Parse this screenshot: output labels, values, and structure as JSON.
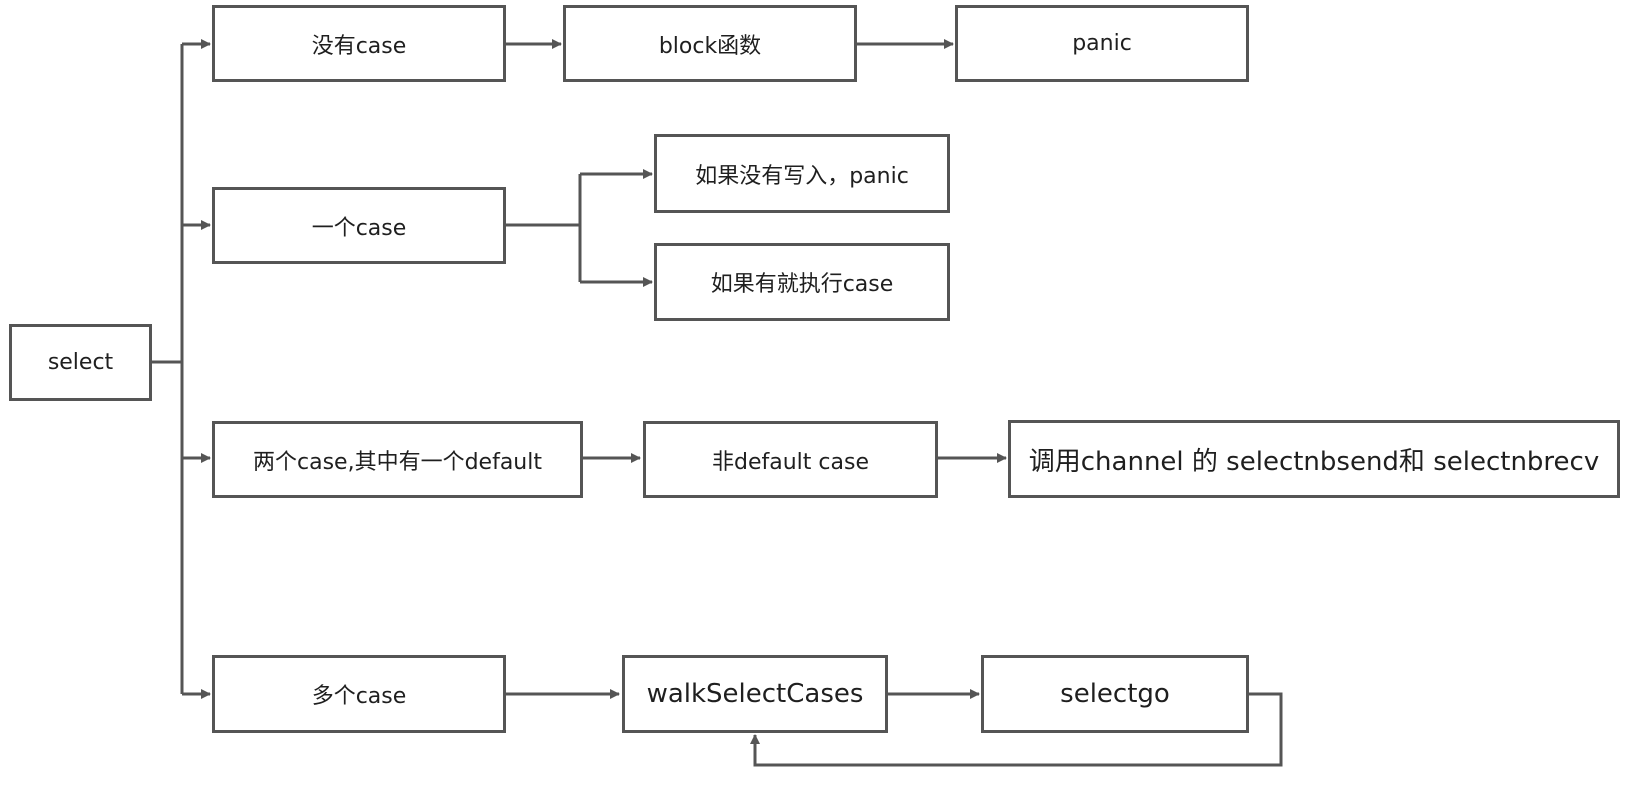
{
  "colors": {
    "stroke": "#555555",
    "text": "#1f1f1f",
    "background": "#ffffff"
  },
  "nodes": {
    "select": "select",
    "no_case": "没有case",
    "block_func": "block函数",
    "panic": "panic",
    "one_case": "一个case",
    "if_no_write": "如果没有写入，panic",
    "if_exec": "如果有就执行case",
    "two_case": "两个case,其中有一个default",
    "non_default": "非default case",
    "call_channel": "调用channel 的 selectnbsend和 selectnbrecv",
    "multi_case": "多个case",
    "walk": "walkSelectCases",
    "selectgo": "selectgo"
  }
}
